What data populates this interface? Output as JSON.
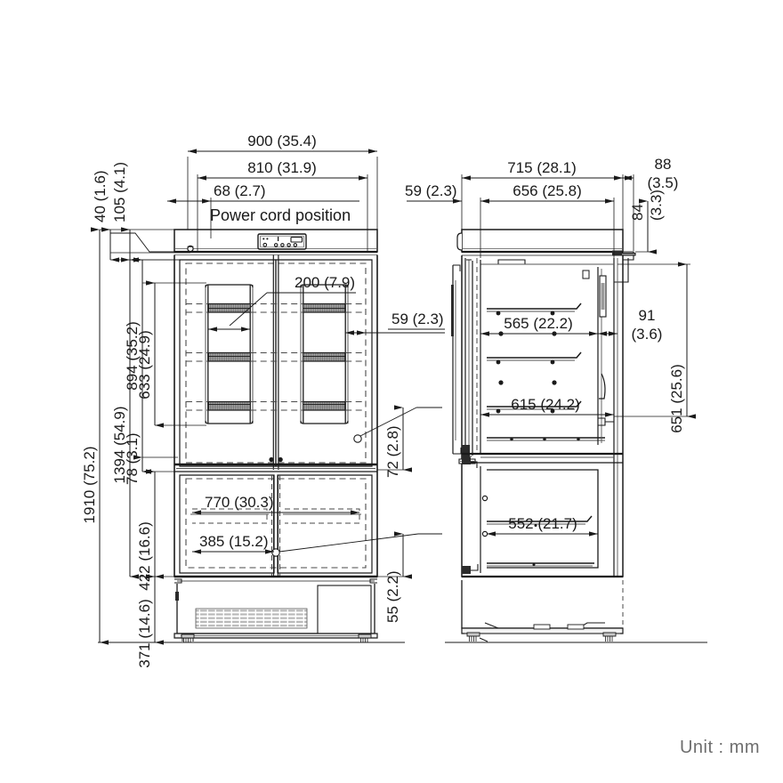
{
  "drawing": {
    "title": "Refrigerator dimensional drawing (front view and side view)",
    "unit_note": "Unit : mm",
    "note_label": "Power cord position"
  },
  "front_view": {
    "name": "front-view",
    "horizontal_dimensions": [
      {
        "id": "d900",
        "text": "900 (35.4)",
        "mm": 900,
        "inch": 35.4
      },
      {
        "id": "d810",
        "text": "810 (31.9)",
        "mm": 810,
        "inch": 31.9
      },
      {
        "id": "d68",
        "text": "68 (2.7)",
        "mm": 68,
        "inch": 2.7
      },
      {
        "id": "d200",
        "text": "200 (7.9)",
        "mm": 200,
        "inch": 7.9
      },
      {
        "id": "d59f",
        "text": "59 (2.3)",
        "mm": 59,
        "inch": 2.3
      },
      {
        "id": "d770",
        "text": "770 (30.3)",
        "mm": 770,
        "inch": 30.3
      },
      {
        "id": "d385",
        "text": "385 (15.2)",
        "mm": 385,
        "inch": 15.2
      }
    ],
    "vertical_dimensions": [
      {
        "id": "v40",
        "text": "40 (1.6)",
        "mm": 40,
        "inch": 1.6
      },
      {
        "id": "v105",
        "text": "105 (4.1)",
        "mm": 105,
        "inch": 4.1
      },
      {
        "id": "v1910",
        "text": "1910 (75.2)",
        "mm": 1910,
        "inch": 75.2
      },
      {
        "id": "v1394",
        "text": "1394 (54.9)",
        "mm": 1394,
        "inch": 54.9
      },
      {
        "id": "v894",
        "text": "894 (35.2)",
        "mm": 894,
        "inch": 35.2
      },
      {
        "id": "v633",
        "text": "633 (24.9)",
        "mm": 633,
        "inch": 24.9
      },
      {
        "id": "v78",
        "text": "78 (3.1)",
        "mm": 78,
        "inch": 3.1
      },
      {
        "id": "v422",
        "text": "422 (16.6)",
        "mm": 422,
        "inch": 16.6
      },
      {
        "id": "v371",
        "text": "371 (14.6)",
        "mm": 371,
        "inch": 14.6
      },
      {
        "id": "v72",
        "text": "72 (2.8)",
        "mm": 72,
        "inch": 2.8
      },
      {
        "id": "v55",
        "text": "55 (2.2)",
        "mm": 55,
        "inch": 2.2
      }
    ]
  },
  "side_view": {
    "name": "side-view",
    "horizontal_dimensions": [
      {
        "id": "s59",
        "text": "59 (2.3)",
        "mm": 59,
        "inch": 2.3
      },
      {
        "id": "s715",
        "text": "715 (28.1)",
        "mm": 715,
        "inch": 28.1
      },
      {
        "id": "s656",
        "text": "656 (25.8)",
        "mm": 656,
        "inch": 25.8
      },
      {
        "id": "s88",
        "text": "88",
        "mm": 88
      },
      {
        "id": "s88i",
        "text": "(3.5)",
        "inch": 3.5
      },
      {
        "id": "s565",
        "text": "565 (22.2)",
        "mm": 565,
        "inch": 22.2
      },
      {
        "id": "s615",
        "text": "615 (24.2)",
        "mm": 615,
        "inch": 24.2
      },
      {
        "id": "s552",
        "text": "552 (21.7)",
        "mm": 552,
        "inch": 21.7
      },
      {
        "id": "s91",
        "text": "91",
        "mm": 91
      },
      {
        "id": "s91i",
        "text": "(3.6)",
        "inch": 3.6
      }
    ],
    "vertical_dimensions": [
      {
        "id": "s84",
        "text": "84",
        "mm": 84
      },
      {
        "id": "s84i",
        "text": "(3.3)",
        "inch": 3.3
      },
      {
        "id": "s651",
        "text": "651 (25.6)",
        "mm": 651,
        "inch": 25.6
      }
    ]
  },
  "colors": {
    "line": "#1a1a1a",
    "thin": "#555555",
    "dim": "#3a3a3a",
    "hidden": "#4a4a4a",
    "unit_text": "#6e6e6e",
    "fill_light": "#f2f2f2",
    "fill_mid": "#dcdcdc",
    "fill_dark": "#2b2b2b"
  }
}
